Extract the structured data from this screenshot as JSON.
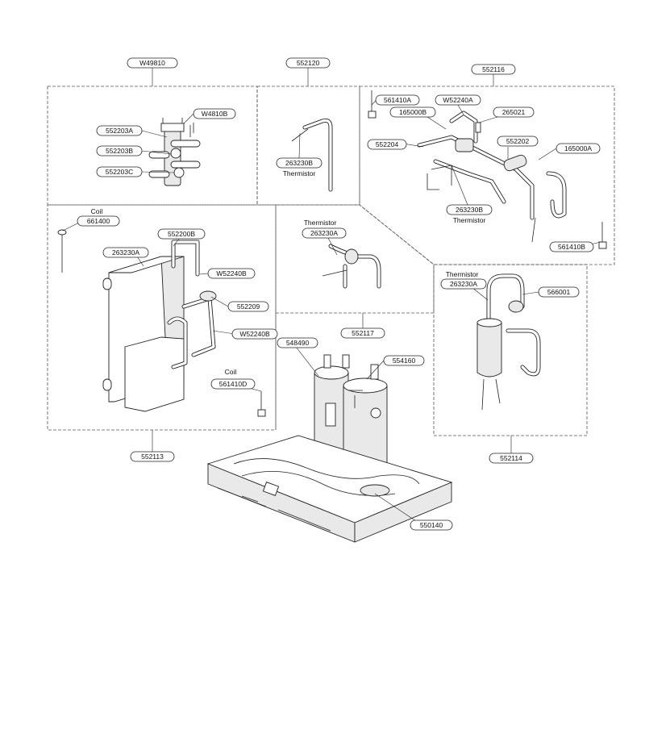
{
  "labels": {
    "top_w49810": "W49810",
    "top_552120": "552120",
    "top_552116": "552116",
    "b1_552203A": "552203A",
    "b1_W4810B": "W4810B",
    "b1_552203B": "552203B",
    "b1_552203C": "552203C",
    "b2_263230B": "263230B",
    "b2_thermistor": "Thermistor",
    "b3_561410A": "561410A",
    "b3_W52240A": "W52240A",
    "b3_165000B": "165000B",
    "b3_265021": "265021",
    "b3_552204": "552204",
    "b3_552202": "552202",
    "b3_165000A": "165000A",
    "b3_263230B": "263230B",
    "b3_thermistor": "Thermistor",
    "b3_561410B": "561410B",
    "b4_coil": "Coil",
    "b4_661400": "661400",
    "b4_552200B": "552200B",
    "b4_263230A": "263230A",
    "b4_W52240B_top": "W52240B",
    "b4_552209": "552209",
    "b4_W52240B_bottom": "W52240B",
    "b4_coil2": "Coil",
    "b4_561410D": "561410D",
    "b5_thermistor": "Thermistor",
    "b5_263230A": "263230A",
    "b6_thermistor": "Thermistor",
    "b6_263230A": "263230A",
    "b6_566001": "566001",
    "mid_552117": "552117",
    "comp_548490": "548490",
    "comp_554160": "554160",
    "bottom_552113": "552113",
    "bottom_552114": "552114",
    "base_550140": "550140"
  }
}
